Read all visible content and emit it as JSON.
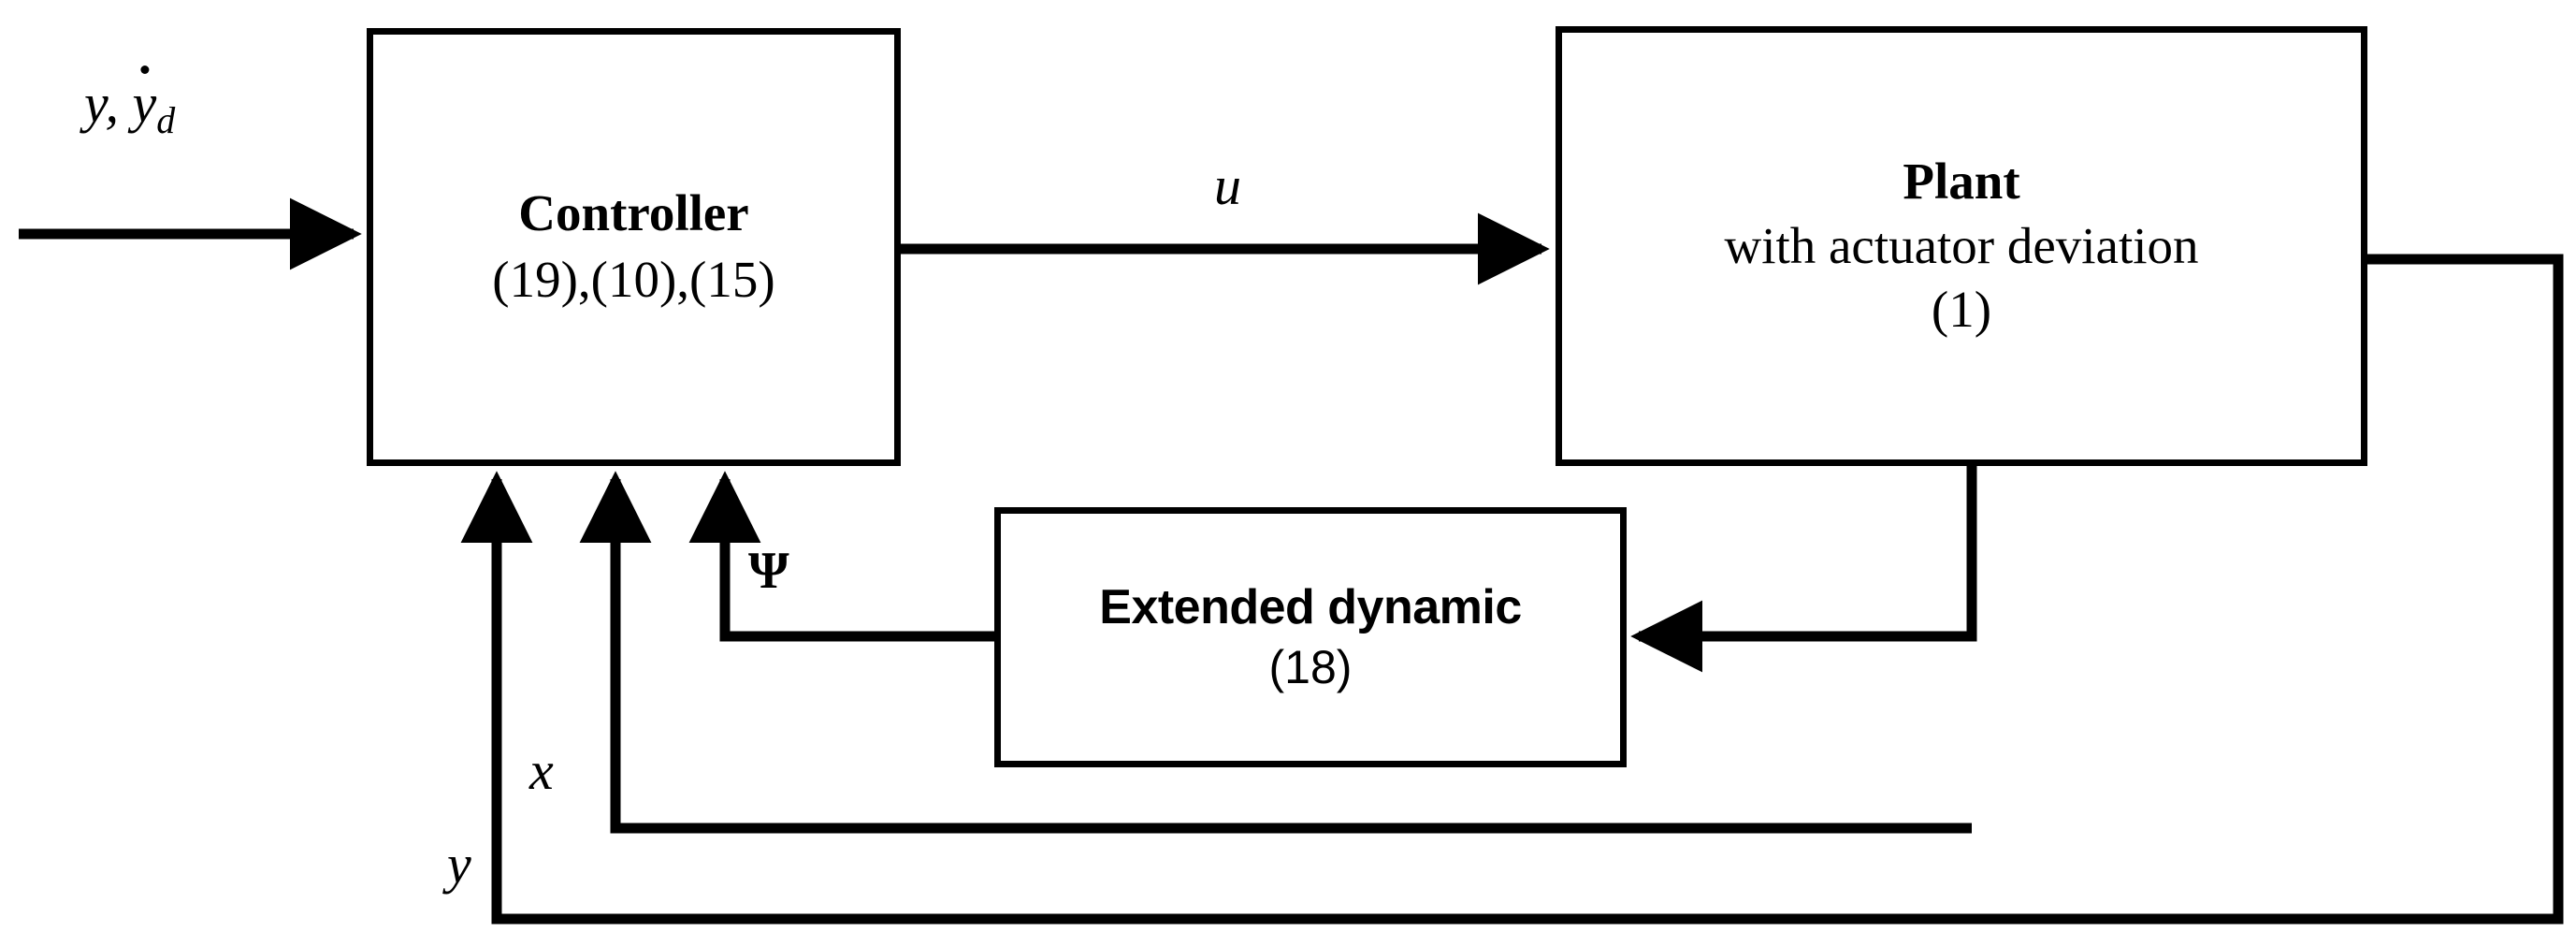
{
  "diagram": {
    "type": "control-block-diagram",
    "background_color": "#ffffff",
    "line_color": "#000000",
    "blocks": [
      {
        "id": "controller",
        "title": "Controller",
        "ref": "(19),(10),(15)"
      },
      {
        "id": "plant",
        "title": "Plant",
        "sub": "with actuator deviation",
        "ref": "(1)"
      },
      {
        "id": "extended_dynamic",
        "title": "Extended dynamic",
        "ref": "(18)"
      }
    ],
    "signals": {
      "input": {
        "base": "y,",
        "dotted": "y",
        "subscript": "d",
        "full": "y, ẏd"
      },
      "control": "u",
      "psi": "Ψ",
      "state": "x",
      "output": "y"
    }
  }
}
